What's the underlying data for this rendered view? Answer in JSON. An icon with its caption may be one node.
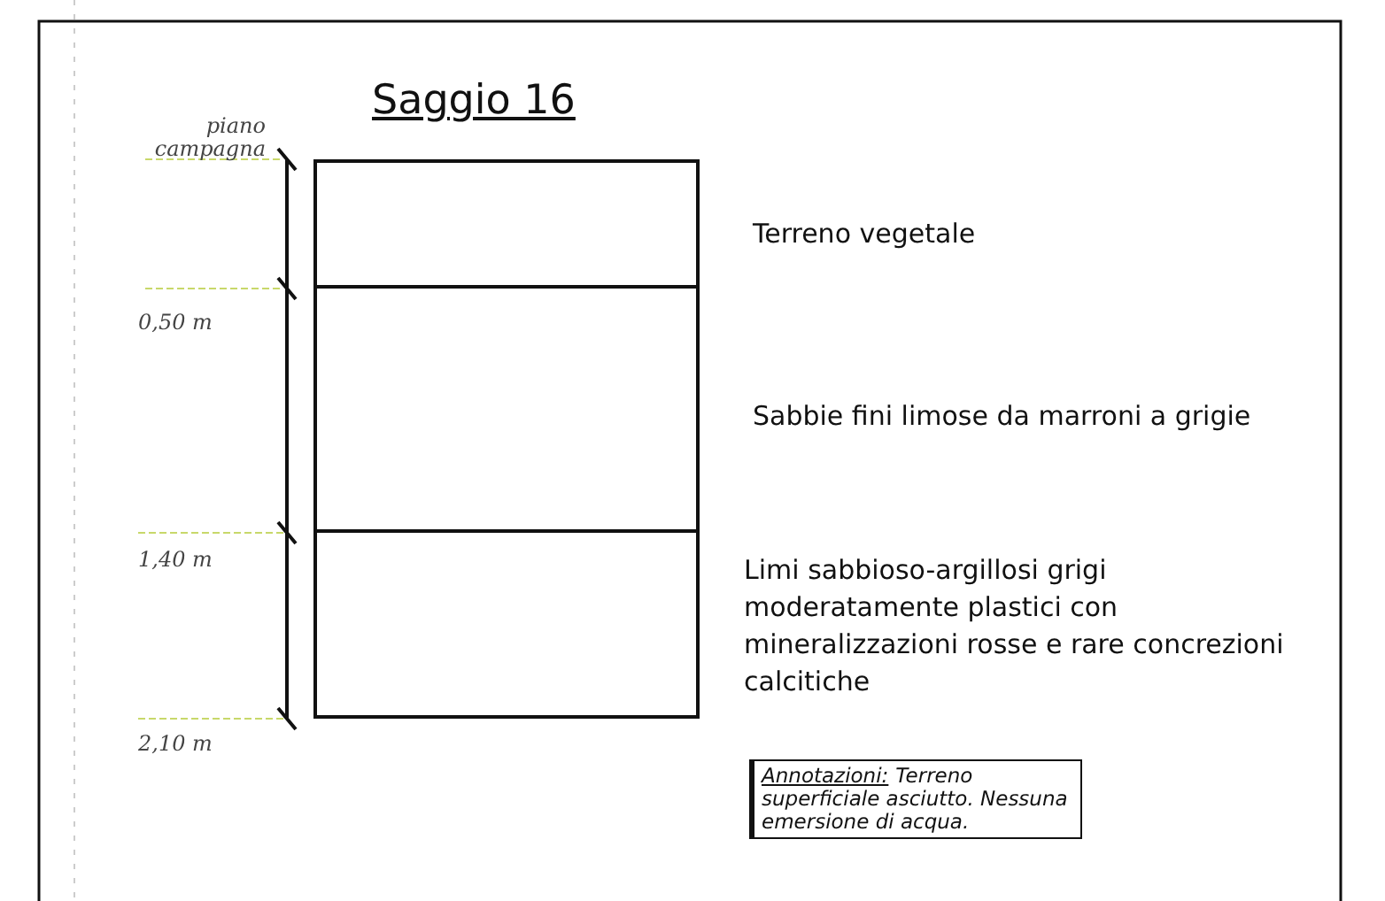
{
  "diagram": {
    "title": "Saggio 16",
    "nodes": [
      {
        "text": [],
        "shape": "box",
        "beside": [
          "Terreno vegetale"
        ]
      },
      {
        "text": [],
        "shape": "box",
        "beside": [
          "Sabbie fini limose da marroni a grigie"
        ]
      },
      {
        "text": [],
        "shape": "box",
        "beside": [
          "Limi sabbioso-argillosi grigi moderatamente plastici con mineralizzazioni rosse e rare concrezioni calcitiche"
        ]
      },
      {
        "text": [
          "Annotazioni:",
          "Terreno superficiale asciutto. Nessuna emersione di acqua."
        ]
      }
    ],
    "labels": [
      "piano campagna",
      "0,50 m",
      "1,40 m",
      "2,10 m"
    ]
  }
}
